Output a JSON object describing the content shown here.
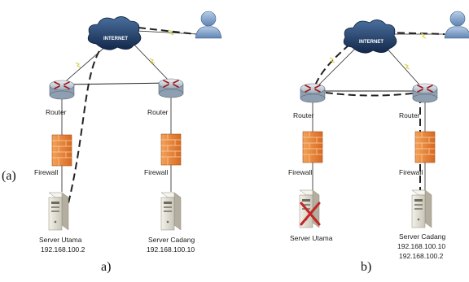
{
  "colors": {
    "cloud": "#1f3f6e",
    "router": "#b9c7d6",
    "router_arrow": "#a01818",
    "firewall": "#e8833a",
    "server": "#e4e1d6",
    "user": "#8aa8cc",
    "link": "#222222",
    "wireless": "#d8d24a",
    "fail_mark": "#c42626"
  },
  "icons": [
    "internet-cloud-icon",
    "user-icon",
    "router-icon",
    "firewall-icon",
    "server-icon",
    "fail-x-icon"
  ],
  "left_panel": {
    "label_a_text": "(a)",
    "internet": "INTERNET",
    "router_left": "Router",
    "router_right": "Router",
    "firewall_left": "Firewall",
    "firewall_right": "Firewall",
    "server_main_name": "Server Utama",
    "server_main_ip": "192.168.100.2",
    "server_backup_name": "Server Cadang",
    "server_backup_ip": "192.168.100.10",
    "caption": "a)"
  },
  "right_panel": {
    "internet": "INTERNET",
    "router_left": "Router",
    "router_right": "Router",
    "firewall_left": "Firewall",
    "firewall_right": "Firewall",
    "server_main_name": "Server Utama",
    "server_backup_name": "Server Cadang",
    "server_backup_ip_1": "192.168.100.10",
    "server_backup_ip_2": "192.168.100.2",
    "caption": "b)"
  }
}
